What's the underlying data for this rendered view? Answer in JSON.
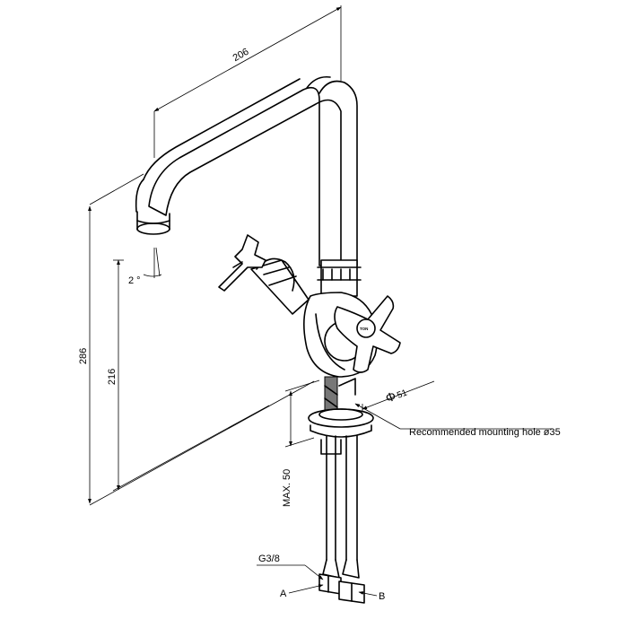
{
  "dimensions": {
    "top_width": "206",
    "overall_height": "286",
    "spout_height": "216",
    "spout_angle": "2 °",
    "max_thickness": "MAX. 50",
    "base_diameter_symbol": "Φ",
    "base_diameter": "51"
  },
  "annotations": {
    "mounting_hole": "Recommended mounting hole ø35",
    "thread": "G3/8",
    "connection_a": "A",
    "connection_b": "B"
  },
  "logo_text": "TON"
}
